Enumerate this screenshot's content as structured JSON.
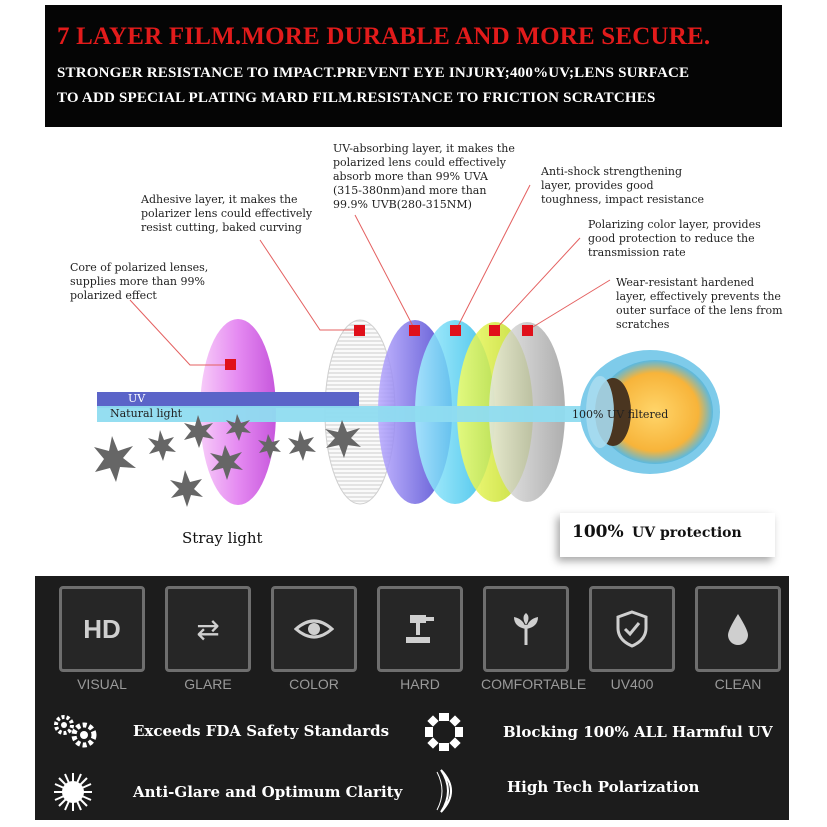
{
  "banner": {
    "headline": "7 LAYER FILM.MORE DURABLE AND MORE SECURE.",
    "line1": "STRONGER RESISTANCE TO IMPACT.PREVENT  EYE INJURY;400%UV;LENS SURFACE",
    "line2": "TO ADD SPECIAL PLATING MARD FILM.RESISTANCE TO FRICTION SCRATCHES"
  },
  "diagram": {
    "annotations": {
      "core": "Core of polarized lenses,\nsupplies more than 99%\npolarized effect",
      "adhesive": "Adhesive layer, it makes the\npolarizer lens could effectively\nresist cutting, baked curving",
      "uv_absorbing": "UV-absorbing layer, it makes the\npolarized lens could effectively\nabsorb more than 99% UVA\n(315-380nm)and more than\n99.9% UVB(280-315NM)",
      "anti_shock": "Anti-shock strengthening\nlayer, provides good\ntoughness, impact resistance",
      "polarizing_color": "Polarizing color layer, provides\ngood protection to reduce the\ntransmission rate",
      "wear_resistant": "Wear-resistant hardened\nlayer, effectively prevents the\nouter surface of the lens from\nscratches"
    },
    "uv_label": "UV",
    "natural_light_label": "Natural light",
    "filtered_label": "100% UV filtered",
    "stray_light_label": "Stray light",
    "protection_big": "100%",
    "protection_small": "UV protection",
    "colors": {
      "marker": "#e0101a",
      "uv_beam": "#5b64c8",
      "light_beam": "#8fdcf0"
    }
  },
  "features": [
    {
      "icon": "hd-icon",
      "glyph": "HD",
      "label": "VISUAL"
    },
    {
      "icon": "shuffle-icon",
      "glyph": "⇄",
      "label": "GLARE"
    },
    {
      "icon": "eye-icon",
      "glyph": "",
      "label": "COLOR"
    },
    {
      "icon": "gavel-icon",
      "glyph": "",
      "label": "HARD"
    },
    {
      "icon": "plant-icon",
      "glyph": "",
      "label": "COMFORTABLE"
    },
    {
      "icon": "shield-check-icon",
      "glyph": "",
      "label": "UV400"
    },
    {
      "icon": "drop-icon",
      "glyph": "",
      "label": "CLEAN"
    }
  ],
  "benefits": [
    {
      "icon": "gears-icon",
      "text": "Exceeds FDA Safety Standards"
    },
    {
      "icon": "aperture-icon",
      "text": "Blocking 100% ALL Harmful UV"
    },
    {
      "icon": "sun-icon",
      "text": "Anti-Glare and Optimum Clarity"
    },
    {
      "icon": "moon-icon",
      "text": "High Tech Polarization"
    }
  ]
}
